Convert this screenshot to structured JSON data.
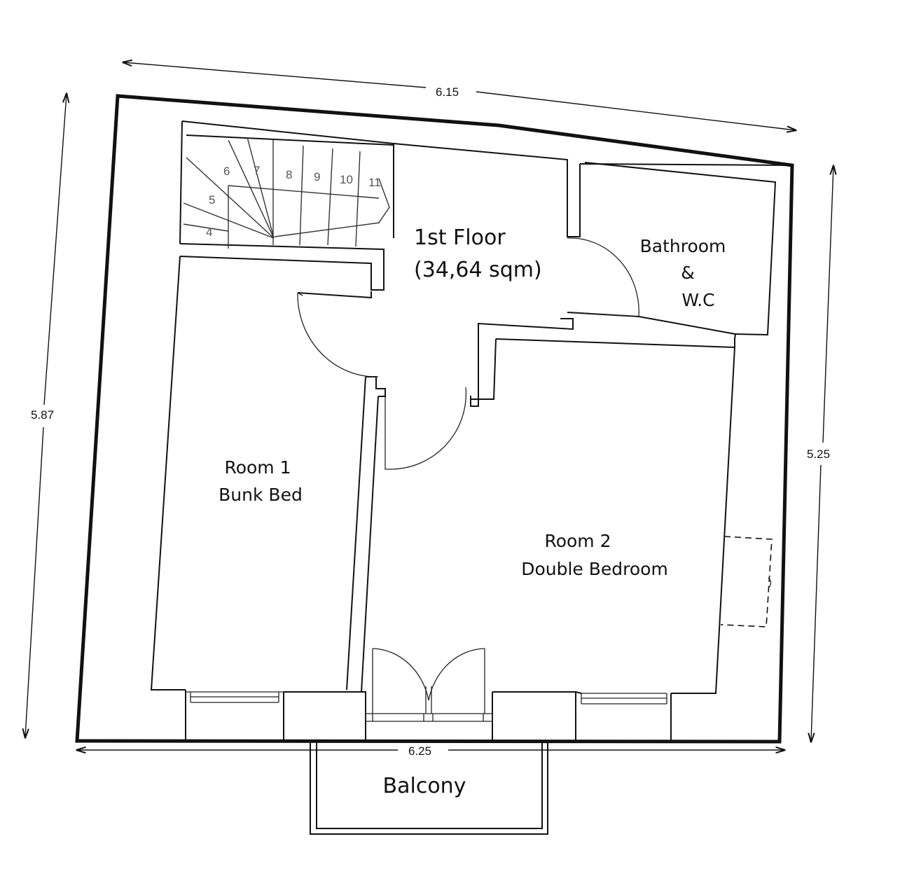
{
  "floor": {
    "title": "1st Floor",
    "area": "(34,64 sqm)"
  },
  "rooms": {
    "bathroom": [
      "Bathroom",
      "&",
      "W.C"
    ],
    "room1": [
      "Room 1",
      "Bunk Bed"
    ],
    "room2": [
      "Room 2",
      "Double Bedroom"
    ],
    "balcony": "Balcony"
  },
  "dimensions": {
    "top": "6.15",
    "left": "5.87",
    "right": "5.25",
    "bottom": "6.25"
  },
  "stairs": {
    "step_numbers": [
      "4",
      "5",
      "6",
      "7",
      "8",
      "9",
      "10",
      "11"
    ]
  }
}
